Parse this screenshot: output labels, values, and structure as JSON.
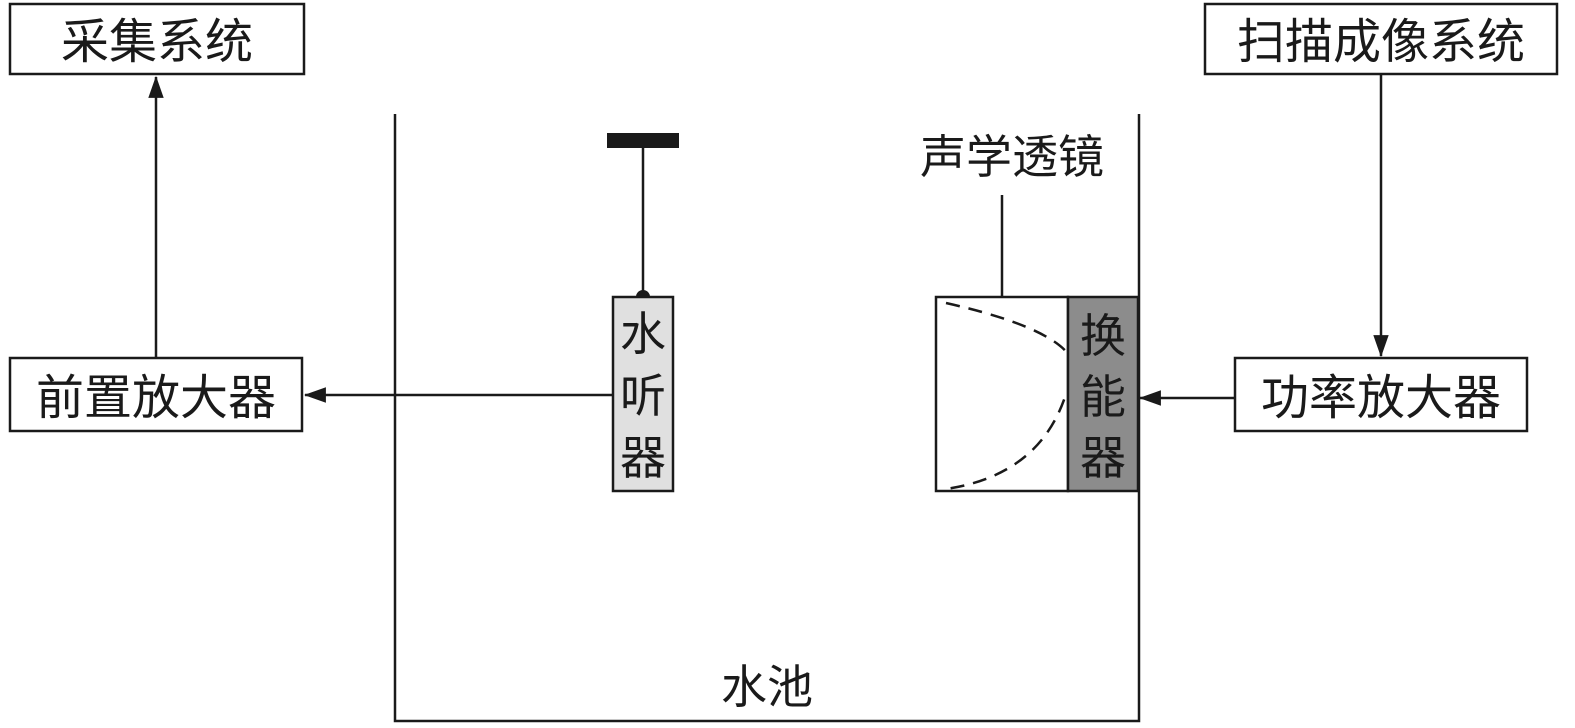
{
  "diagram": {
    "acquisition_label": "采集系统",
    "scanning_label": "扫描成像系统",
    "preamp_label": "前置放大器",
    "power_amp_label": "功率放大器",
    "hydrophone_chars": [
      "水",
      "听",
      "器"
    ],
    "transducer_chars": [
      "换",
      "能",
      "器"
    ],
    "lens_label": "声学透镜",
    "tank_label": "水池"
  },
  "colors": {
    "line": "#1a1a1a",
    "hydrophone_fill": "#e0e0e0",
    "transducer_fill": "#8c8c8c",
    "background": "#ffffff"
  }
}
